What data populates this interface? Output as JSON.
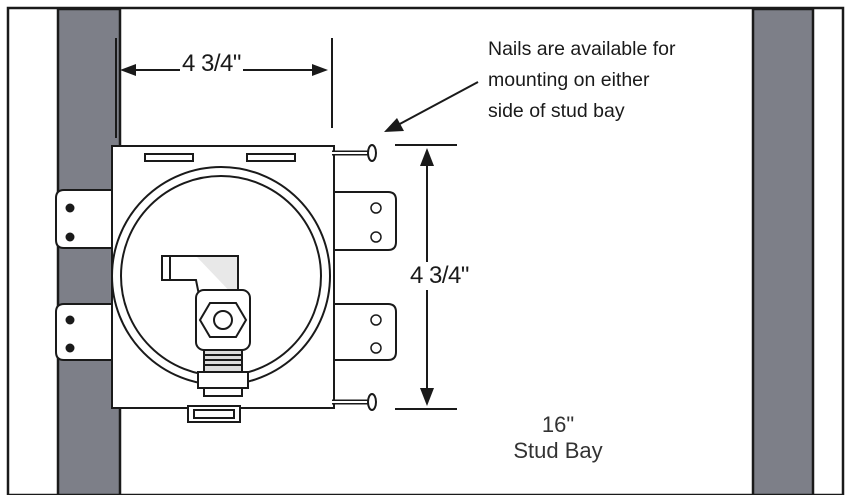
{
  "diagram": {
    "dim_width": "4 3/4\"",
    "dim_height": "4 3/4\"",
    "note_lines": [
      "Nails are available for",
      "mounting on either",
      "side of stud bay"
    ],
    "bay_size": "16\"",
    "bay_label": "Stud Bay"
  },
  "colors": {
    "stud": "#7d7f88",
    "outline": "#1a1a1a",
    "background": "#ffffff"
  }
}
